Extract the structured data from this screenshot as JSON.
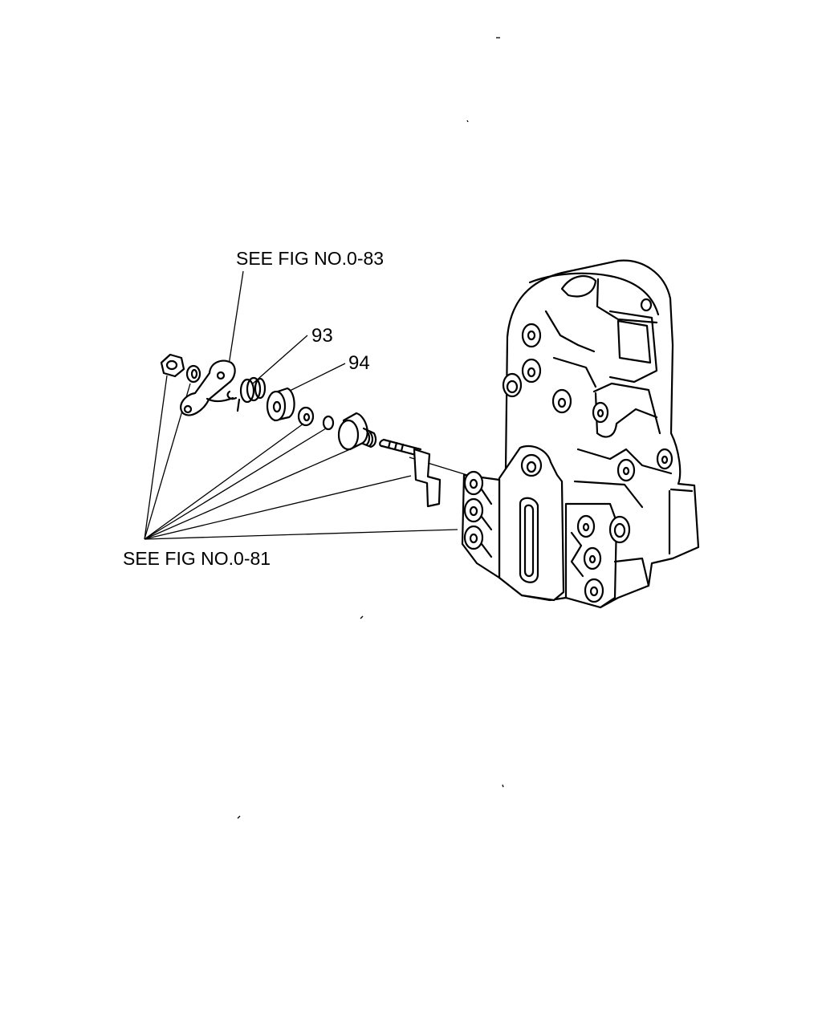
{
  "callouts": {
    "ref_top": "SEE FIG NO.0-83",
    "ref_bottom": "SEE FIG NO.0-81",
    "part_93": "93",
    "part_94": "94"
  }
}
